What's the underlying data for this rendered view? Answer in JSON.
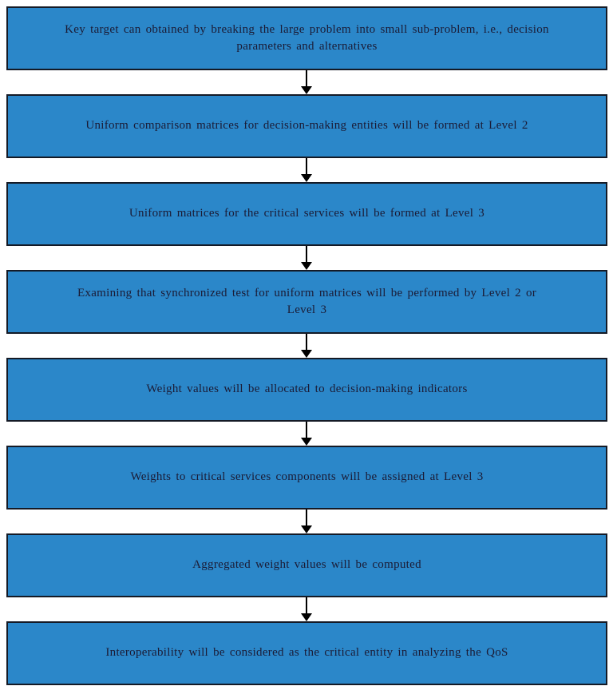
{
  "diagram": {
    "type": "flowchart",
    "direction": "top-down",
    "colors": {
      "box_fill": "#2B87C9",
      "box_border": "#141A26",
      "text": "#1B1B35",
      "arrow": "#000000",
      "background": "#FFFFFF"
    },
    "arrow_icon": "down-arrow",
    "steps": [
      {
        "label": "Key target can obtained by breaking the large problem into small sub-problem, i.e., decision\nparameters and alternatives"
      },
      {
        "label": "Uniform comparison matrices for decision-making entities will be formed at Level 2"
      },
      {
        "label": "Uniform matrices for the critical services will be formed at Level 3"
      },
      {
        "label": "Examining that synchronized test for uniform matrices will be performed by Level 2 or\nLevel 3"
      },
      {
        "label": "Weight values will be allocated to decision-making indicators"
      },
      {
        "label": "Weights to critical services components will be assigned at Level 3"
      },
      {
        "label": "Aggregated weight values will be computed"
      },
      {
        "label": "Interoperability will be considered as the critical entity in analyzing the QoS"
      }
    ]
  }
}
